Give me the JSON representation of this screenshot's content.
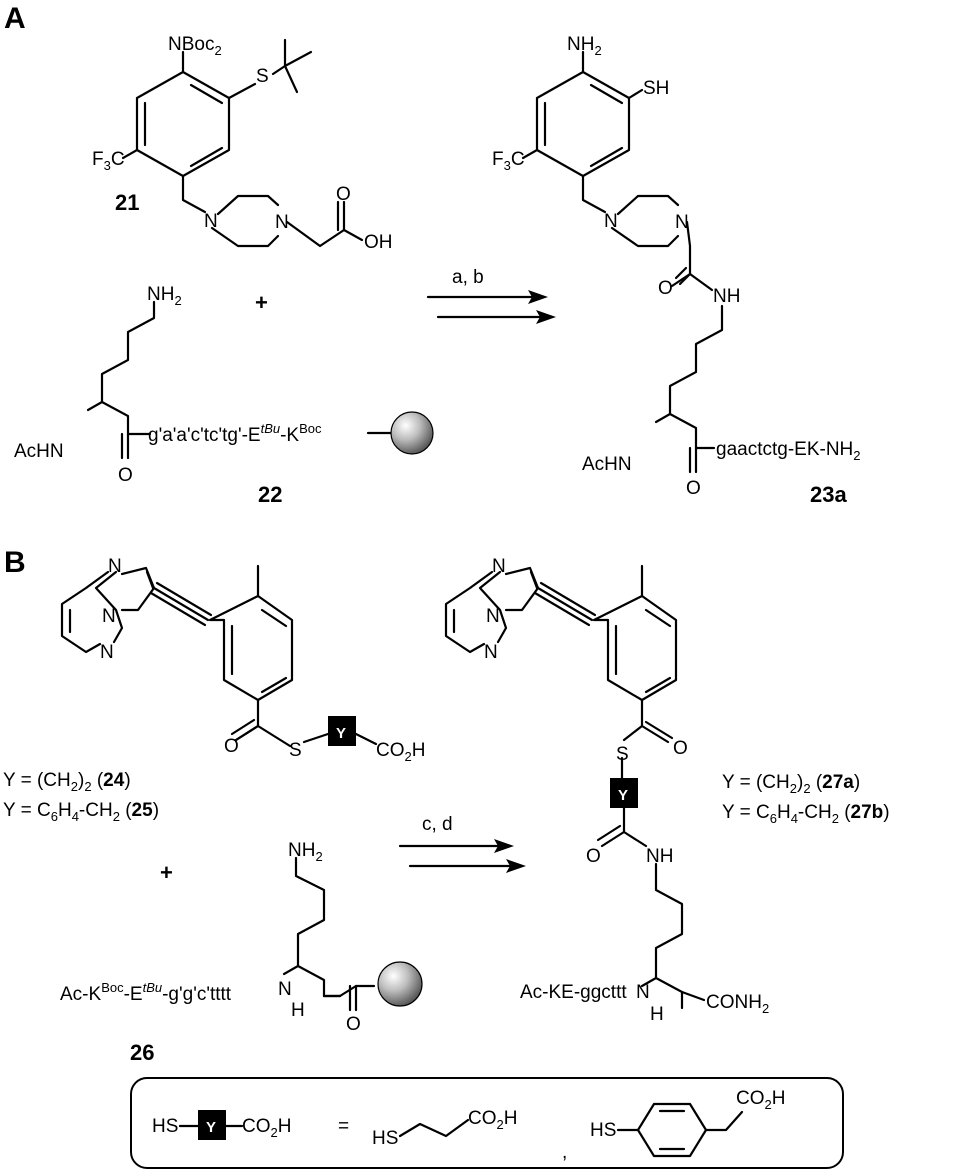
{
  "panels": {
    "a": "A",
    "b": "B"
  },
  "compound_21": {
    "label": "21",
    "nboc2": "NBoc",
    "nboc2_sub": "2",
    "s": "S",
    "f3c_f": "F",
    "f3c_sub": "3",
    "f3c_c": "C",
    "n1": "N",
    "n2": "N",
    "o": "O",
    "oh": "OH"
  },
  "plus_a": "+",
  "compound_22": {
    "label": "22",
    "nh2": "NH",
    "nh2_sub": "2",
    "achn": "AcHN",
    "o": "O",
    "seq_pre": "g'a'a'c'tc'tg'-E",
    "seq_tbu": "tBu",
    "seq_k": "-K",
    "seq_boc": "Boc"
  },
  "arrow_a": "a, b",
  "compound_23a": {
    "label": "23a",
    "nh2": "NH",
    "nh2_sub": "2",
    "sh": "SH",
    "f3c_f": "F",
    "f3c_sub": "3",
    "f3c_c": "C",
    "n1": "N",
    "n2": "N",
    "o": "O",
    "nh": "NH",
    "achn": "AcHN",
    "o2": "O",
    "seq": "gaactctg-EK-NH",
    "seq_sub": "2"
  },
  "compound_24_25": {
    "n_top": "N",
    "n_ring": "N",
    "n_bottom": "N",
    "s": "S",
    "y": "Y",
    "co2h_pre": "CO",
    "co2h_sub": "2",
    "co2h_post": "H",
    "o": "O",
    "def24_pre": "Y = (CH",
    "def24_sub": "2",
    "def24_post": ")",
    "def24_sub2": "2",
    "def24_open": " (",
    "def24_num": "24",
    "def24_close": ")",
    "def25_pre": "Y = C",
    "def25_sub1": "6",
    "def25_h": "H",
    "def25_sub2": "4",
    "def25_ch": "-CH",
    "def25_sub3": "2",
    "def25_open": " (",
    "def25_num": "25",
    "def25_close": ")"
  },
  "plus_b": "+",
  "compound_26": {
    "label": "26",
    "nh2": "NH",
    "nh2_sub": "2",
    "ac_k": "Ac-K",
    "boc": "Boc",
    "e": "-E",
    "tbu": "tBu",
    "seq": "-g'g'c'tttt",
    "n": "N",
    "h": "H",
    "o": "O"
  },
  "arrow_b": "c, d",
  "compound_27": {
    "n_top": "N",
    "n_ring": "N",
    "n_bottom": "N",
    "o": "O",
    "s": "S",
    "y": "Y",
    "o2": "O",
    "nh": "NH",
    "seq": "Ac-KE-ggcttt",
    "n": "N",
    "h": "H",
    "conh2": "CONH",
    "conh2_sub": "2",
    "def27a_pre": "Y = (CH",
    "def27a_sub": "2",
    "def27a_post": ")",
    "def27a_sub2": "2",
    "def27a_open": " (",
    "def27a_num": "27a",
    "def27a_close": ")",
    "def27b_pre": "Y = C",
    "def27b_sub1": "6",
    "def27b_h": "H",
    "def27b_sub2": "4",
    "def27b_ch": "-CH",
    "def27b_sub3": "2",
    "def27b_open": " (",
    "def27b_num": "27b",
    "def27b_close": ")"
  },
  "legend": {
    "hs": "HS",
    "y": "Y",
    "co2h_pre": "CO",
    "co2h_sub": "2",
    "co2h_post": "H",
    "eq": "=",
    "hs2": "HS",
    "co2h2_pre": "CO",
    "co2h2_sub": "2",
    "co2h2_post": "H",
    "comma": ",",
    "hs3": "HS",
    "co2h3_pre": "CO",
    "co2h3_sub": "2",
    "co2h3_post": "H"
  }
}
